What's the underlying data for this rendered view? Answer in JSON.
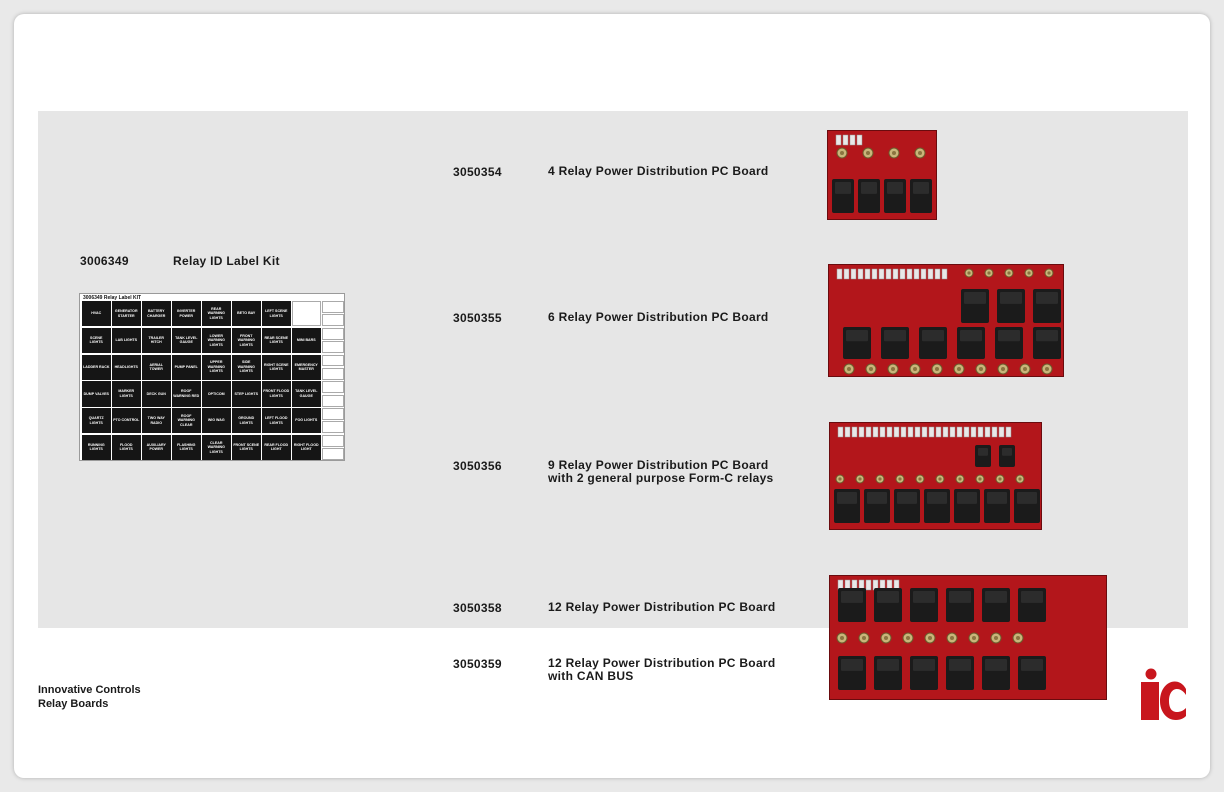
{
  "footer": {
    "line1": "Innovative Controls",
    "line2": "Relay Boards"
  },
  "kit": {
    "part_number": "3006349",
    "description": "Relay ID Label Kit",
    "sheet_title": "3006349 Relay Label KIT",
    "labels": [
      [
        "HVAC",
        "GENERATOR STARTER",
        "BATTERY CHARGER",
        "INVERTER POWER",
        "REAR WARNING LIGHTS",
        "BETO BAY",
        "LEFT SCENE LIGHTS"
      ],
      [
        "SCENE LIGHTS",
        "LAB LIGHTS",
        "TRAILER HITCH",
        "TANK LEVEL GAUGE",
        "LOWER WARNING LIGHTS",
        "FRONT WARNING LIGHTS",
        "REAR SCENE LIGHTS",
        "MINI BARS"
      ],
      [
        "LADDER RACK",
        "HEADLIGHTS",
        "AERIAL TOWER",
        "PUMP PANEL",
        "UPPER WARNING LIGHTS",
        "SIDE WARNING LIGHTS",
        "RIGHT SCENE LIGHTS",
        "EMERGENCY MASTER"
      ],
      [
        "DUMP VALVES",
        "MARKER LIGHTS",
        "DECK GUN",
        "ROOF WARNING RED",
        "OPTICOM",
        "STEP LIGHTS",
        "FRONT FLOOD LIGHTS",
        "TANK LEVEL GAUGE"
      ],
      [
        "QUARTZ LIGHTS",
        "PTO CONTROL",
        "TWO WAY RADIO",
        "ROOF WARNING CLEAR",
        "WIG WAG",
        "GROUND LIGHTS",
        "LEFT FLOOD LIGHTS",
        "FOG LIGHTS"
      ],
      [
        "RUNNING LIGHTS",
        "FLOOD LIGHTS",
        "AUXILIARY POWER",
        "FLASHING LIGHTS",
        "CLEAR WARNING LIGHTS",
        "FRONT SCENE LIGHTS",
        "REAR FLOOD LIGHT",
        "RIGHT FLOOD LIGHT"
      ]
    ]
  },
  "products": [
    {
      "part_number": "3050354",
      "line1": "4 Relay Power Distribution PC Board",
      "line2": "",
      "relays": 4,
      "image": "relay-board-4-image"
    },
    {
      "part_number": "3050355",
      "line1": "6 Relay Power Distribution PC Board",
      "line2": "",
      "relays": 6,
      "image": "relay-board-6-image"
    },
    {
      "part_number": "3050356",
      "line1": "9 Relay Power Distribution PC Board",
      "line2": "with 2 general purpose Form-C relays",
      "relays": 9,
      "image": "relay-board-9-image"
    },
    {
      "part_number": "3050358",
      "line1": "12 Relay Power Distribution PC Board",
      "line2": "",
      "relays": 12,
      "image": "relay-board-12-image"
    },
    {
      "part_number": "3050359",
      "line1": "12 Relay Power Distribution PC Board",
      "line2": "with CAN BUS",
      "relays": 12,
      "image": "relay-board-12-image"
    }
  ],
  "logo": {
    "text": "ic",
    "icon": "innovative-controls-logo-icon"
  },
  "colors": {
    "band": "#e6e6e6",
    "board_red": "#b3161b",
    "relay_black": "#1b1b1b",
    "logo_red": "#c8161d"
  }
}
